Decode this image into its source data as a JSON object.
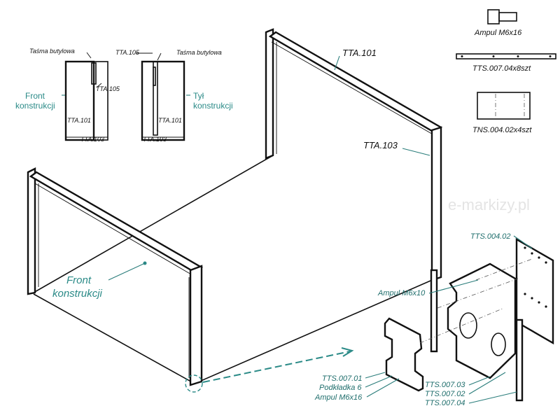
{
  "watermark": "e-markizy.pl",
  "colors": {
    "accent": "#2a8a87",
    "line": "#111111"
  },
  "detail_views": {
    "front": {
      "tape_label": "Taśma butylowa",
      "part_105": "TTA.105",
      "part_101": "TTA.101",
      "part_103": "TTA.103",
      "side_label_1": "Front",
      "side_label_2": "konstrukcji"
    },
    "rear": {
      "part_105": "TTA.105",
      "tape_label": "Taśma butylowa",
      "part_101": "TTA.101",
      "part_103": "TTA.103",
      "side_label_1": "Tył",
      "side_label_2": "konstrukcji"
    }
  },
  "parts_legend": [
    {
      "label": "Ampul M6x16",
      "icon": "bolt-icon"
    },
    {
      "label": "TTS.007.04x8szt",
      "icon": "flat-bar-icon"
    },
    {
      "label": "TNS.004.02x4szt",
      "icon": "plate-icon"
    }
  ],
  "main_view": {
    "top_beam": "TTA.101",
    "rear_post": "TTA.103",
    "front_label_1": "Front",
    "front_label_2": "konstrukcji"
  },
  "exploded_view": {
    "callouts": [
      "TTS.004.02",
      "Ampul M6x10",
      "TTS.007.01",
      "Podkładka 6",
      "Ampul M6x16",
      "TTS.007.03",
      "TTS.007.02",
      "TTS.007.04"
    ]
  }
}
